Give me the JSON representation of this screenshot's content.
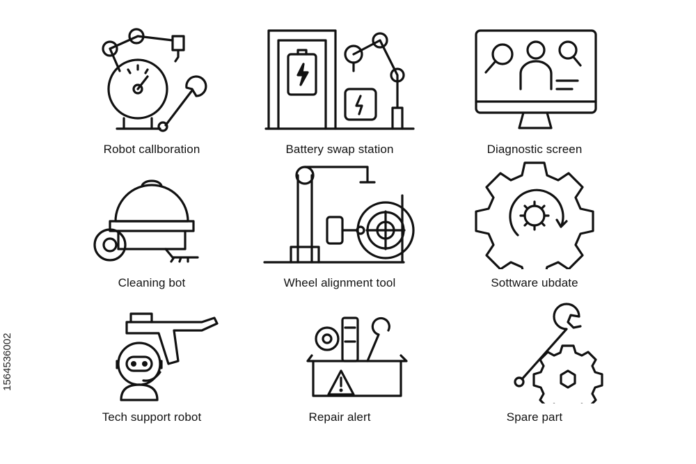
{
  "icons": [
    {
      "label": "Robot callboration",
      "icon": "robot-arm-gauge-wrench-icon"
    },
    {
      "label": "Battery swap station",
      "icon": "battery-swap-station-icon"
    },
    {
      "label": "Diagnostic screen",
      "icon": "diagnostic-monitor-icon"
    },
    {
      "label": "Cleaning bot",
      "icon": "cleaning-bot-icon"
    },
    {
      "label": "Wheel alignment tool",
      "icon": "wheel-alignment-icon"
    },
    {
      "label": "Sottware ubdate",
      "icon": "gear-update-icon"
    },
    {
      "label": "Tech support robot",
      "icon": "support-robot-icon"
    },
    {
      "label": "Repair alert",
      "icon": "toolbox-alert-icon"
    },
    {
      "label": "Spare part",
      "icon": "wrench-gear-icon"
    }
  ],
  "stock_id": "1564536002",
  "colors": {
    "line": "#111111",
    "background": "#ffffff"
  }
}
